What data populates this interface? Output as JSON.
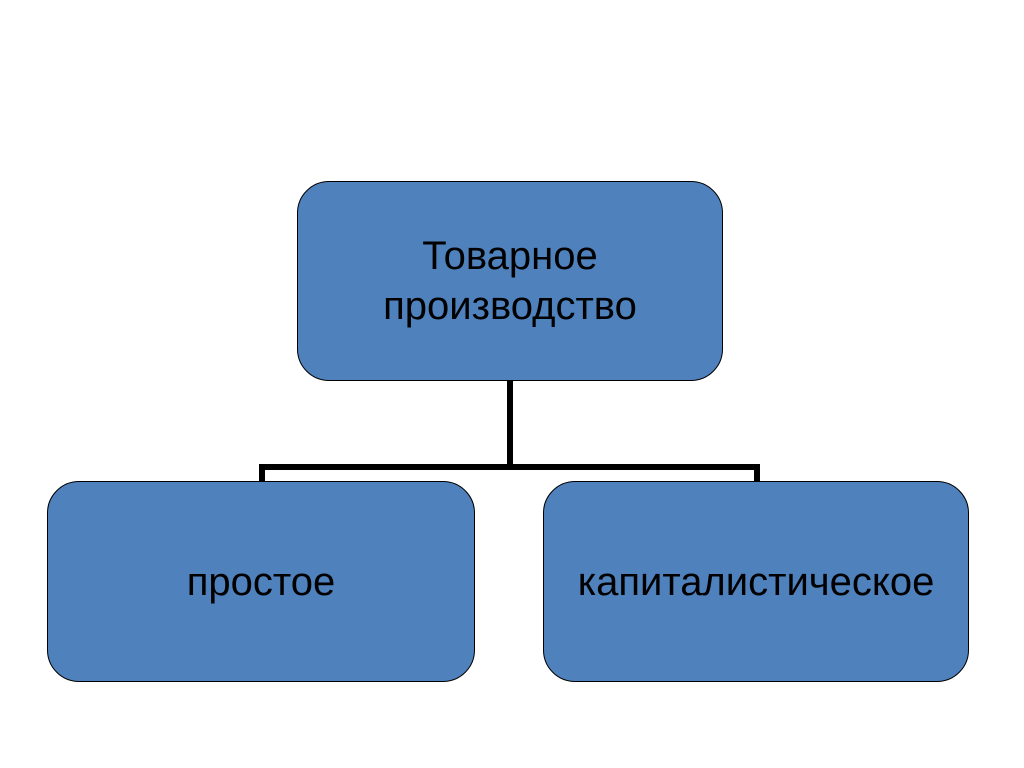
{
  "diagram": {
    "root": {
      "label": "Товарное\nпроизводство"
    },
    "children": [
      {
        "label": "простое"
      },
      {
        "label": "капиталистическое"
      }
    ]
  },
  "colors": {
    "node_fill": "#4f81bd",
    "node_border": "#000000",
    "connector": "#000000",
    "text": "#000000"
  }
}
